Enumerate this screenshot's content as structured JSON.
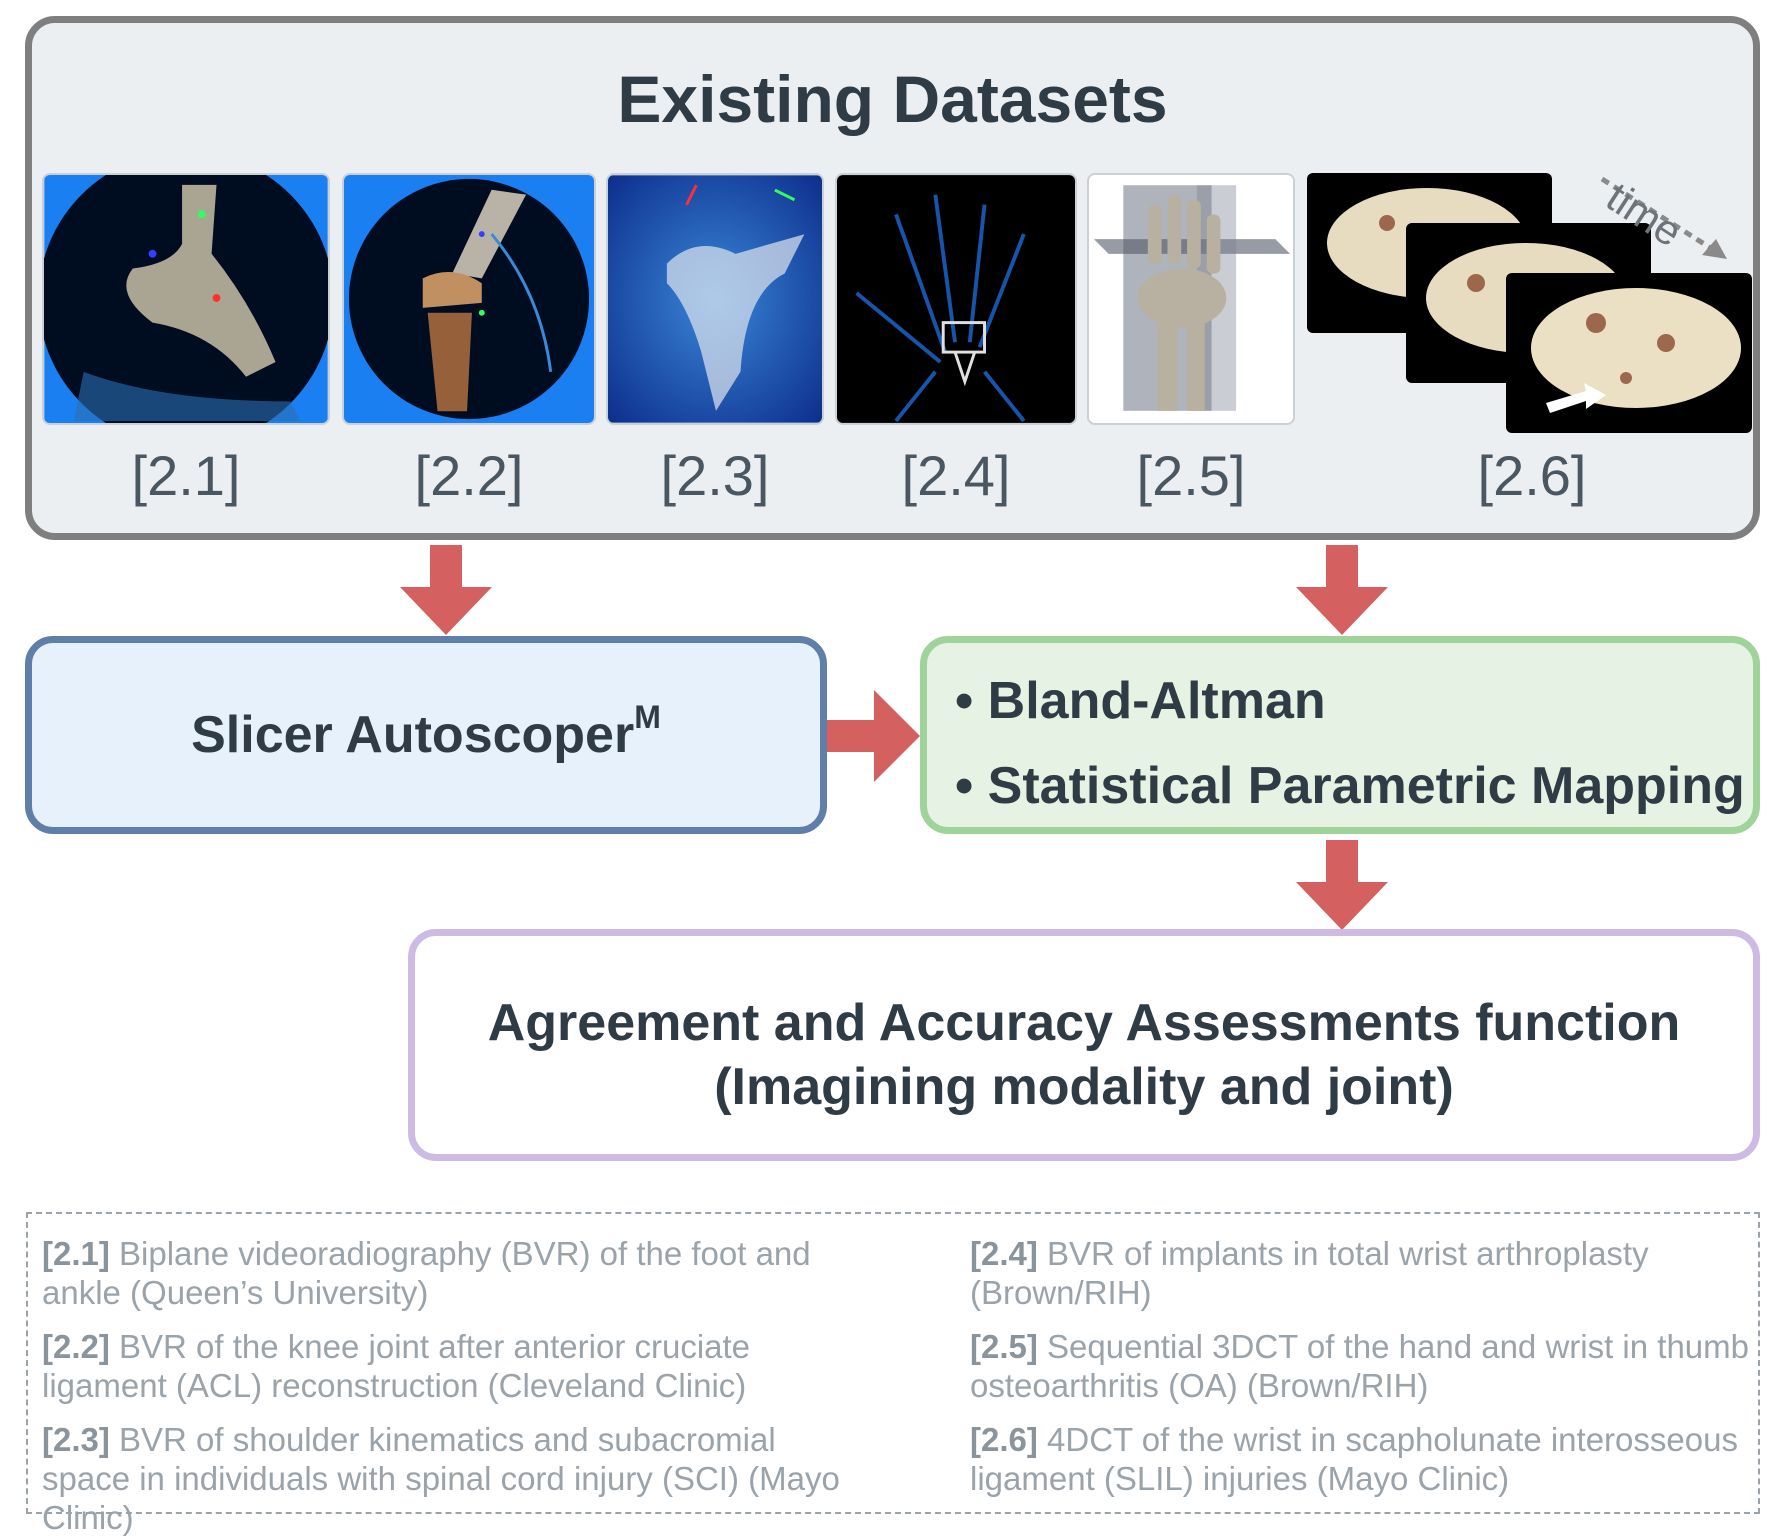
{
  "title": "Existing Datasets",
  "datasets": [
    {
      "id": "[2.1]"
    },
    {
      "id": "[2.2]"
    },
    {
      "id": "[2.3]"
    },
    {
      "id": "[2.4]"
    },
    {
      "id": "[2.5]"
    },
    {
      "id": "[2.6]"
    }
  ],
  "time_label": "time",
  "slicer": {
    "label": "Slicer Autoscoper",
    "superscript": "M"
  },
  "stats": {
    "items": [
      "• Bland-Altman",
      "• Statistical Parametric Mapping"
    ]
  },
  "assessment": {
    "line1": "Agreement and Accuracy Assessments function",
    "line2": "(Imagining modality and joint)"
  },
  "legend": [
    {
      "ref": "[2.1]",
      "text": " Biplane videoradiography (BVR) of the foot and ankle (Queen’s University)"
    },
    {
      "ref": "[2.2]",
      "text": " BVR of the knee joint after anterior cruciate ligament (ACL) reconstruction (Cleveland Clinic)"
    },
    {
      "ref": "[2.3]",
      "text": " BVR of shoulder kinematics and subacromial space in individuals with spinal cord injury (SCI) (Mayo Clinic)"
    },
    {
      "ref": "[2.4]",
      "text": " BVR of implants in total wrist arthroplasty (Brown/RIH)"
    },
    {
      "ref": "[2.5]",
      "text": " Sequential 3DCT of the hand and wrist in thumb osteoarthritis (OA) (Brown/RIH)"
    },
    {
      "ref": "[2.6]",
      "text": " 4DCT of the wrist in scapholunate interosseous ligament (SLIL) injuries (Mayo Clinic)"
    }
  ],
  "colors": {
    "arrow": "#d46060",
    "panel_border": "#7f7f7f",
    "slicer_fill": "#e6f1fc",
    "slicer_border": "#5f7fa8",
    "stats_fill": "#e6f3e4",
    "stats_border": "#9fd39a",
    "assessment_border": "#cdbbe4"
  }
}
